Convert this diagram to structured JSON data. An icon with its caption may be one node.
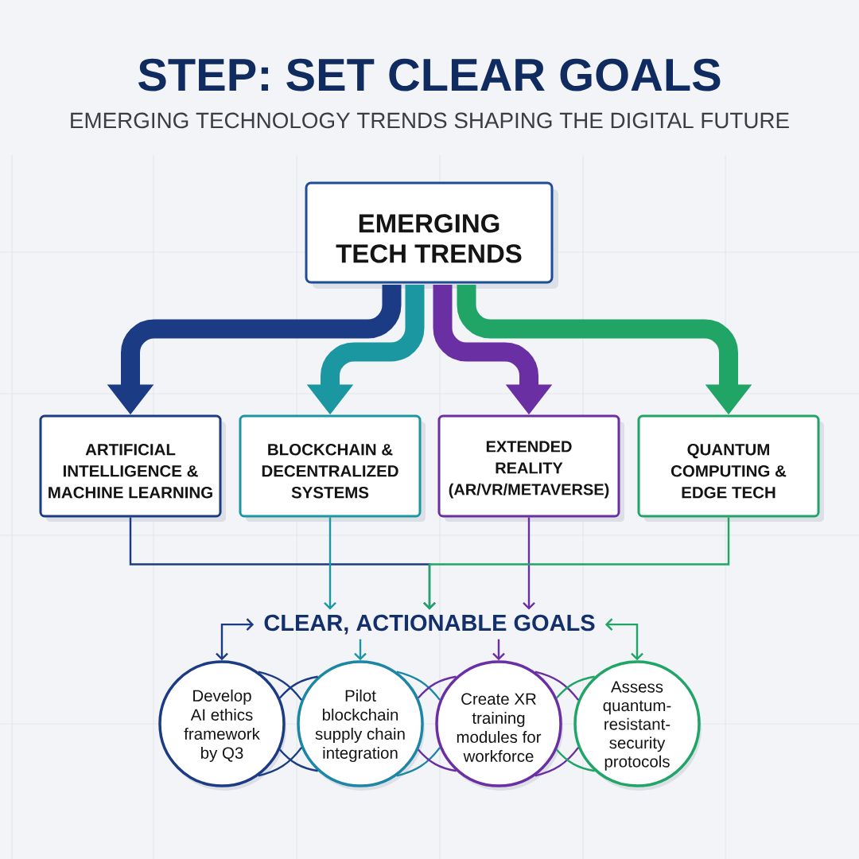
{
  "diagram": {
    "title": "STEP: SET CLEAR GOALS",
    "nodes": [
      {
        "text": [
          "EMERGING TECH TRENDS"
        ]
      },
      {
        "text": [
          "ARTIFICIAL INTELLIGENCE & MACHINE LEARNING"
        ]
      },
      {
        "text": [
          "BLOCKCHAIN & DECENTRALIZED SYSTEMS"
        ]
      },
      {
        "text": [
          "EXTENDED REALITY (AR/VR/METAVERSE)"
        ]
      },
      {
        "text": [
          "QUANTUM COMPUTING & EDGE TECH"
        ]
      },
      {
        "text": [
          "CLEAR, ACTIONABLE GOALS"
        ]
      },
      {
        "text": [
          "Develop AI ethics framework by Q3"
        ]
      },
      {
        "text": [
          "Pilot blockchain supply chain integration"
        ]
      },
      {
        "text": [
          "Create XR training modules for workforce"
        ]
      },
      {
        "text": [
          "Assess quantum-resistant-security protocols"
        ]
      }
    ],
    "edges": [
      {
        "from": 0,
        "to": 1,
        "arrow": "to",
        "style": "thick",
        "color": "#1b3c84"
      },
      {
        "from": 0,
        "to": 2,
        "arrow": "to",
        "style": "thick",
        "color": "#1a97a1"
      },
      {
        "from": 0,
        "to": 3,
        "arrow": "to",
        "style": "thick",
        "color": "#6a2fa2"
      },
      {
        "from": 0,
        "to": 4,
        "arrow": "to",
        "style": "thick",
        "color": "#20a567"
      },
      {
        "from": 1,
        "to": 5,
        "arrow": "to",
        "color": "#1b3c84"
      },
      {
        "from": 2,
        "to": 5,
        "arrow": "to",
        "color": "#1a97a1"
      },
      {
        "from": 3,
        "to": 5,
        "arrow": "to",
        "color": "#6a2fa2"
      },
      {
        "from": 4,
        "to": 5,
        "arrow": "to",
        "color": "#20a567"
      },
      {
        "from": 5,
        "to": 6,
        "arrow": "both",
        "color": "#1b3c84"
      },
      {
        "from": 5,
        "to": 7,
        "arrow": "to",
        "color": "#1a97a1"
      },
      {
        "from": 5,
        "to": 8,
        "arrow": "to",
        "color": "#6a2fa2"
      },
      {
        "from": 5,
        "to": 9,
        "arrow": "both",
        "color": "#20a567"
      },
      {
        "from": 6,
        "to": 7,
        "arrow": "none",
        "color": "#1b3c84"
      },
      {
        "from": 7,
        "to": 6,
        "arrow": "none",
        "color": "#1b3c84"
      },
      {
        "from": 6,
        "to": 7,
        "arrow": "none",
        "color": "#1b3c84"
      },
      {
        "from": 7,
        "to": 6,
        "arrow": "none",
        "color": "#1b3c84"
      },
      {
        "from": 7,
        "to": 8,
        "arrow": "none",
        "color": "#1c86a6"
      },
      {
        "from": 8,
        "to": 7,
        "arrow": "none",
        "color": "#6a2fa2"
      },
      {
        "from": 7,
        "to": 8,
        "arrow": "none",
        "color": "#1c86a6"
      },
      {
        "from": 8,
        "to": 7,
        "arrow": "none",
        "color": "#6a2fa2"
      },
      {
        "from": 8,
        "to": 9,
        "arrow": "none",
        "color": "#6a2fa2"
      },
      {
        "from": 9,
        "to": 8,
        "arrow": "none",
        "color": "#20a567"
      },
      {
        "from": 8,
        "to": 9,
        "arrow": "none",
        "color": "#6a2fa2"
      },
      {
        "from": 9,
        "to": 8,
        "arrow": "none",
        "color": "#20a567"
      }
    ],
    "labels": [
      "EMERGING TECHNOLOGY TRENDS SHAPING THE DIGITAL FUTURE"
    ]
  }
}
